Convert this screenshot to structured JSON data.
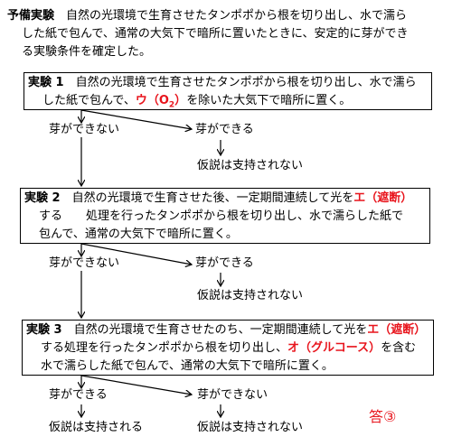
{
  "intro": {
    "title": "予備実験",
    "line1": "自然の光環境で生育させたタンポポから根を切り出し、水で濡ら",
    "line2": "した紙で包んで、通常の大気下で暗所に置いたときに、安定的に芽ができ",
    "line3": "る実験条件を確定した。"
  },
  "exp1": {
    "title": "実験 1",
    "line1": "自然の光環境で生育させたタンポポから根を切り出し、水で濡ら",
    "line2_a": "した紙で包んで、",
    "line2_red": "ウ（O",
    "line2_sub": "2",
    "line2_red_end": "）",
    "line2_b": "を除いた大気下で暗所に置く。",
    "left_result": "芽ができない",
    "right_result": "芽ができる",
    "conclusion": "仮説は支持されない"
  },
  "exp2": {
    "title": "実験 2",
    "line1_a": "自然の光環境で生育させた後、一定期間連続して光を",
    "line1_red": "エ（遮断）",
    "line2": "する　　処理を行ったタンポポから根を切り出し、水で濡らした紙で",
    "line3": "包んで、通常の大気下で暗所に置く。",
    "left_result": "芽ができない",
    "right_result": "芽ができる",
    "conclusion": "仮説は支持されない"
  },
  "exp3": {
    "title": "実験 3",
    "line1_a": "自然の光環境で生育させたのち、一定期間連続して光を",
    "line1_red": "エ（遮断）",
    "line2_a": "する処理を行ったタンポポから根を切り出し、",
    "line2_red": "オ（グルコース）",
    "line2_b": "を含む",
    "line3": "水で濡らした紙で包んで、通常の大気下で暗所に置く。",
    "left_result": "芽ができる",
    "right_result": "芽ができない",
    "left_conclusion": "仮説は支持される",
    "right_conclusion": "仮説は支持されない"
  },
  "answer": "答③",
  "colors": {
    "accent": "#e8141c",
    "text": "#000000",
    "border": "#000000"
  }
}
